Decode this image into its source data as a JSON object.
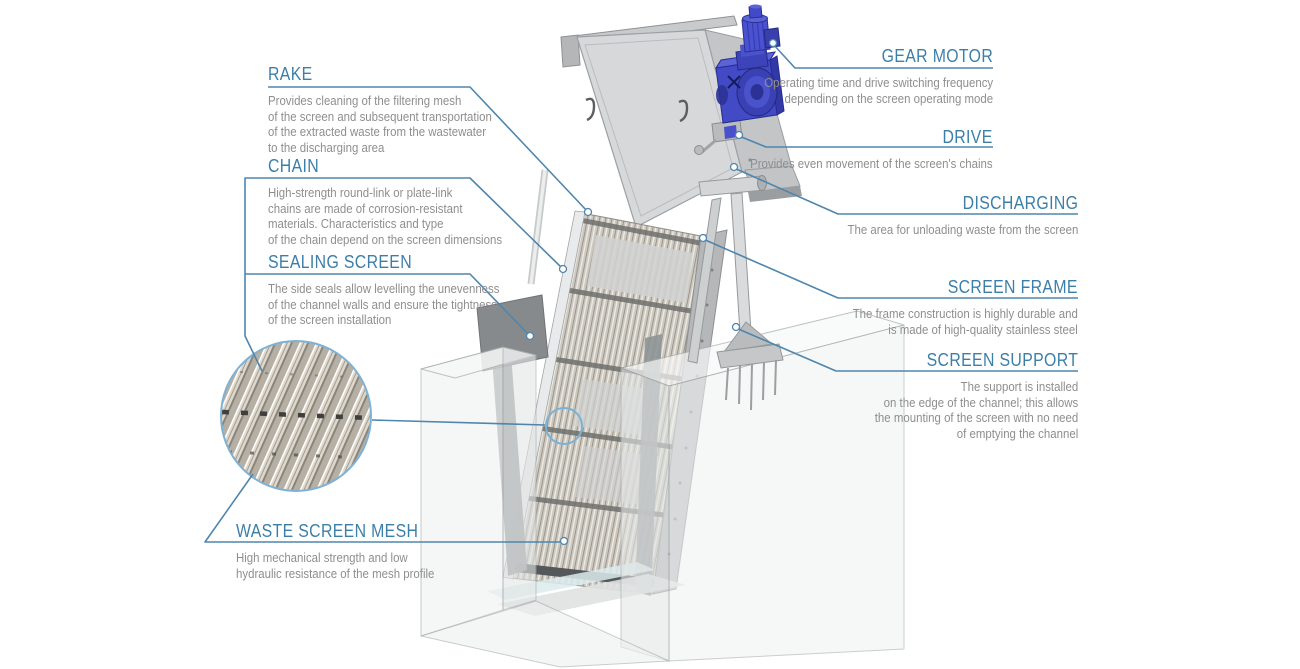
{
  "diagram_title": "Mechanical wastewater screen — annotated diagram",
  "colors": {
    "accent_title": "#3b7fa9",
    "leader_line": "#4e86ae",
    "description_text": "#8e8e90",
    "motor_blue": "#434ac6",
    "steel_gray": "#d7d8d9"
  },
  "labels": {
    "rake": {
      "title": "RAKE",
      "desc": "Provides cleaning of the filtering mesh\nof the screen and subsequent transportation\nof the extracted waste from the wastewater\nto the discharging area"
    },
    "chain": {
      "title": "CHAIN",
      "desc": "High-strength round-link or plate-link\nchains are made of corrosion-resistant\nmaterials. Characteristics and type\nof the chain depend on the screen dimensions"
    },
    "sealing_screen": {
      "title": "SEALING SCREEN",
      "desc": "The side seals allow levelling the unevenness\nof the channel walls and ensure the tightness\nof the screen installation"
    },
    "waste_screen_mesh": {
      "title": "WASTE SCREEN MESH",
      "desc": "High mechanical strength and low\nhydraulic resistance of the mesh profile"
    },
    "gear_motor": {
      "title": "GEAR MOTOR",
      "desc": "Operating time and drive switching frequency\ndepending on the screen operating mode"
    },
    "drive": {
      "title": "DRIVE",
      "desc": "Provides even movement of the screen's chains"
    },
    "discharging": {
      "title": "DISCHARGING",
      "desc": "The area for unloading waste from the screen"
    },
    "screen_frame": {
      "title": "SCREEN FRAME",
      "desc": "The frame construction is highly durable and\nis made of high-quality stainless steel"
    },
    "screen_support": {
      "title": "SCREEN SUPPORT",
      "desc": "The support is installed\non the edge of the channel; this allows\nthe mounting of the screen with no need\nof emptying the channel"
    }
  }
}
